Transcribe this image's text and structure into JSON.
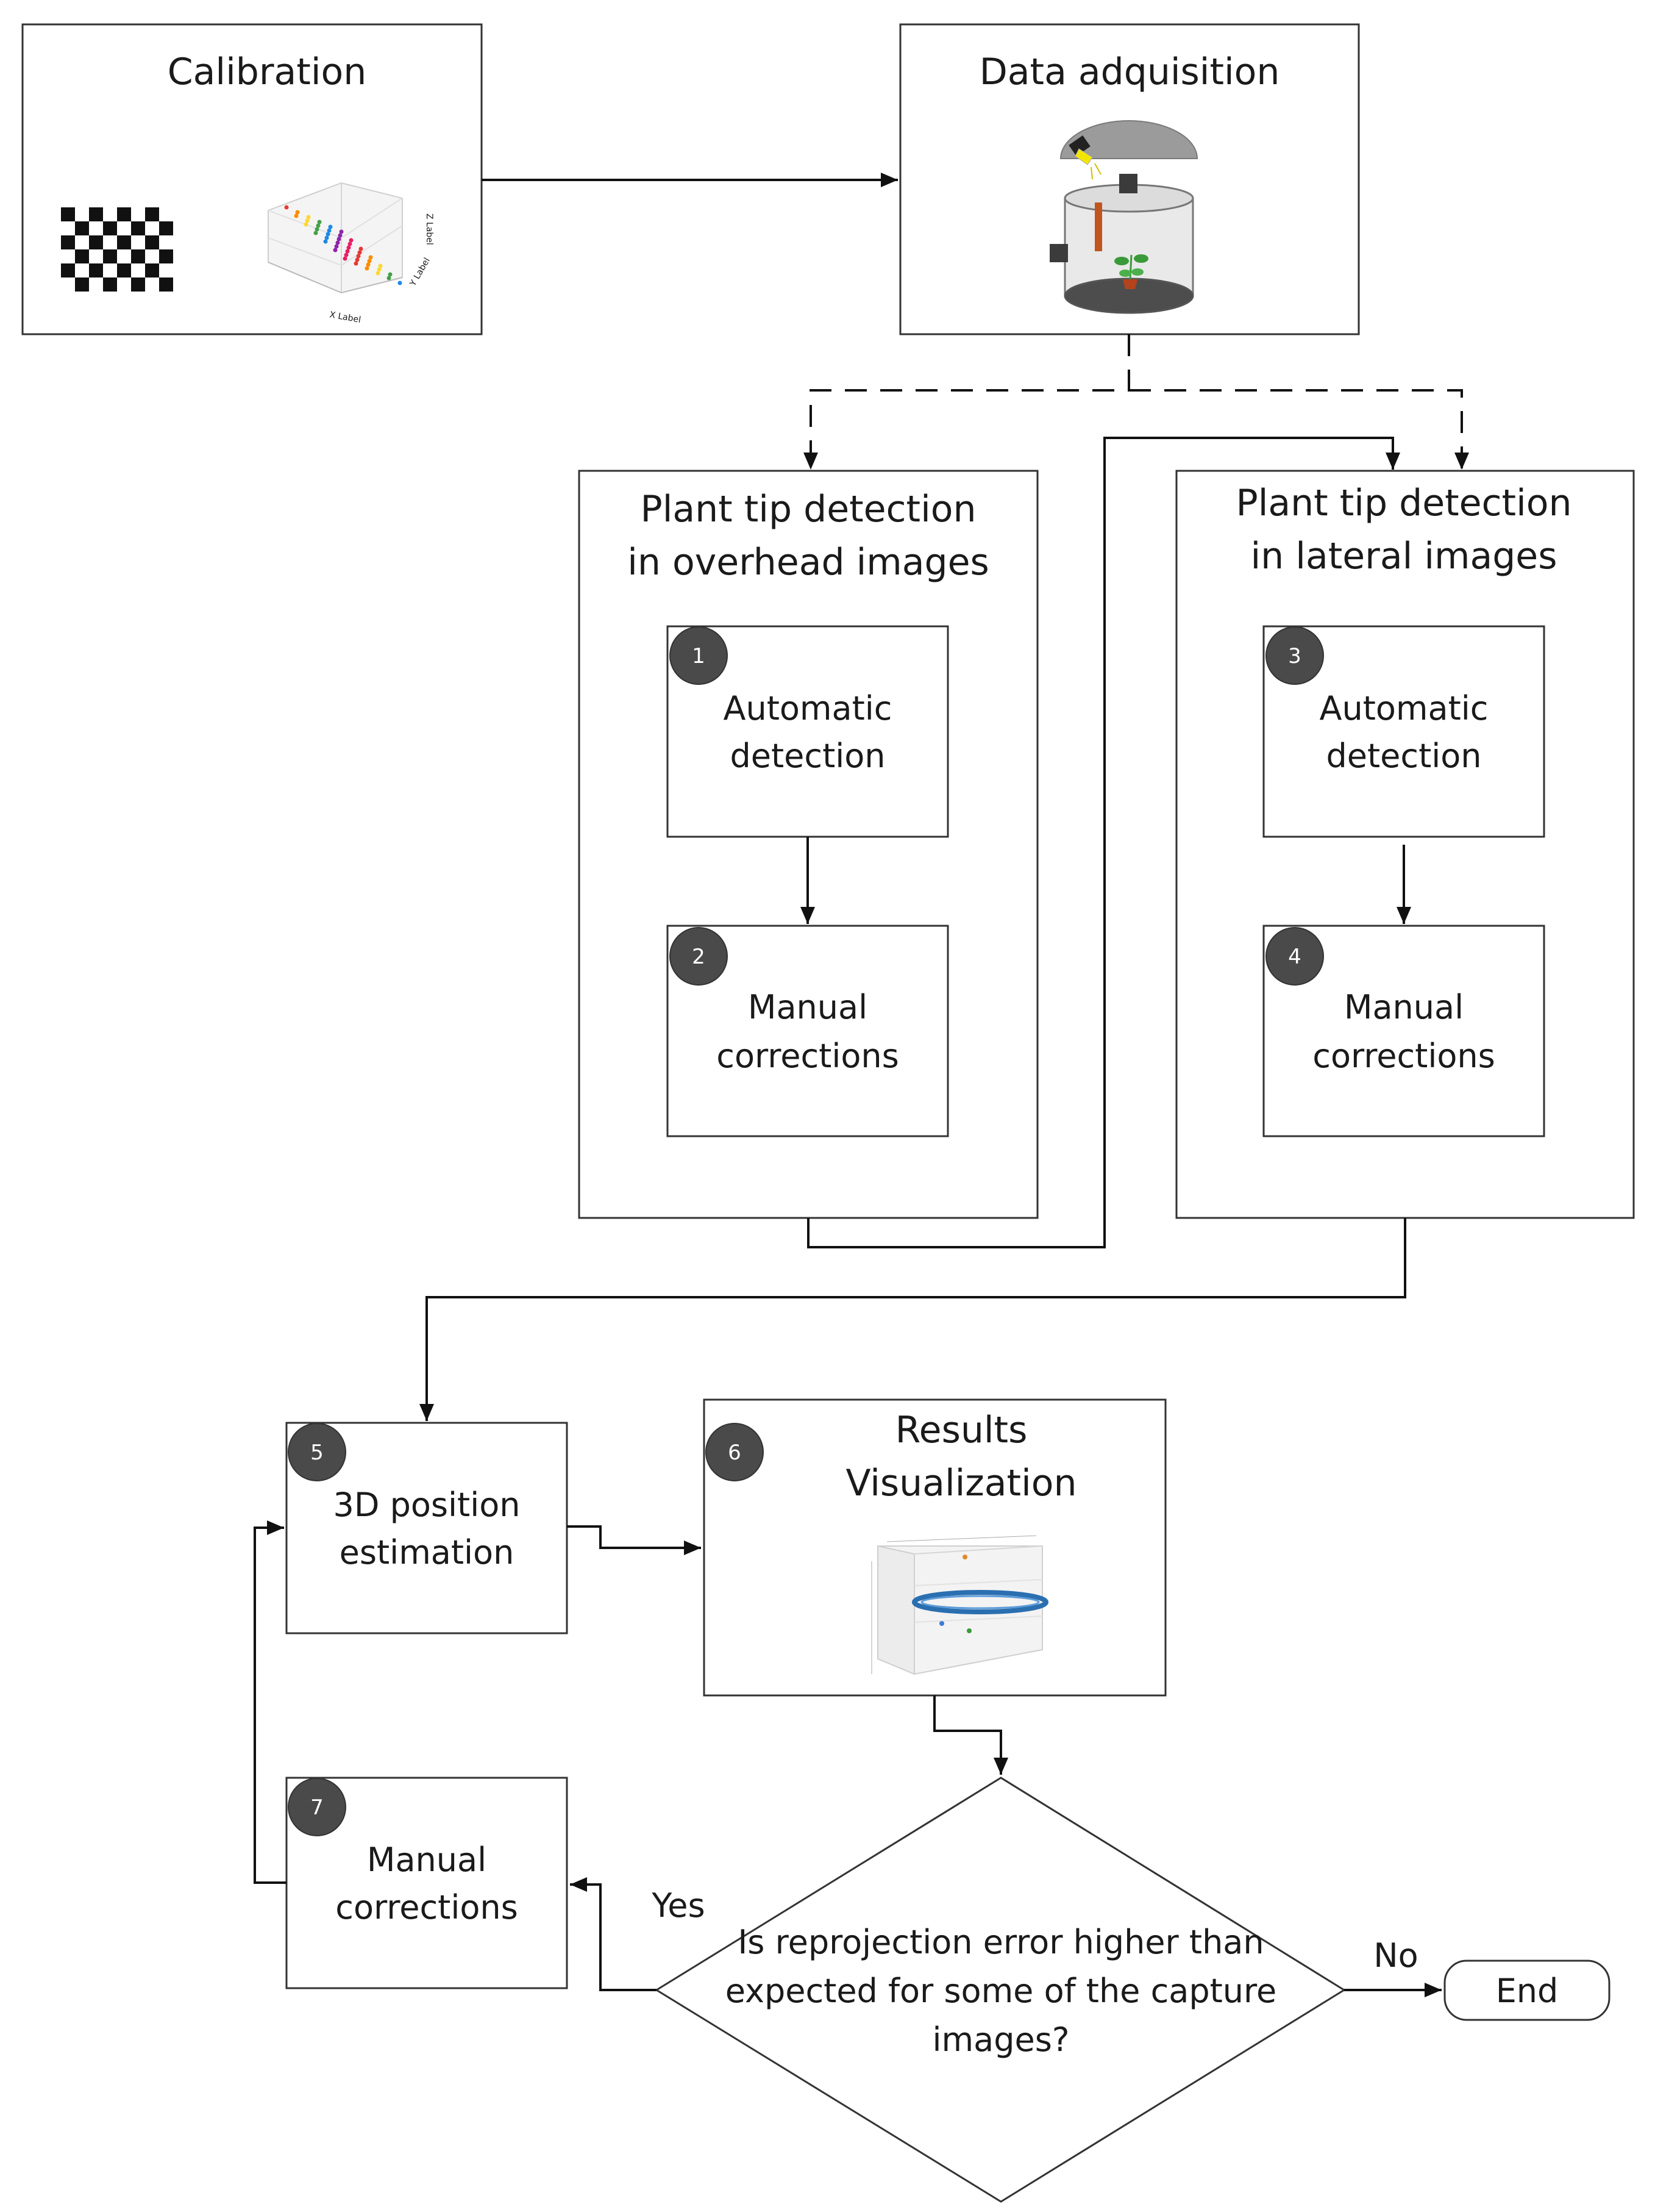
{
  "diagram": {
    "calibration": {
      "title": "Calibration"
    },
    "acquisition": {
      "title": "Data adquisition"
    },
    "overhead": {
      "title_line1": "Plant tip detection",
      "title_line2": "in overhead images",
      "auto": {
        "number": "1",
        "line1": "Automatic",
        "line2": "detection"
      },
      "manual": {
        "number": "2",
        "line1": "Manual",
        "line2": "corrections"
      }
    },
    "lateral": {
      "title_line1": "Plant tip detection",
      "title_line2": "in lateral images",
      "auto": {
        "number": "3",
        "line1": "Automatic",
        "line2": "detection"
      },
      "manual": {
        "number": "4",
        "line1": "Manual",
        "line2": "corrections"
      }
    },
    "estimation": {
      "number": "5",
      "line1": "3D position",
      "line2": "estimation"
    },
    "results": {
      "number": "6",
      "line1": "Results",
      "line2": "Visualization"
    },
    "corrections": {
      "number": "7",
      "line1": "Manual",
      "line2": "corrections"
    },
    "decision": {
      "line1": "Is reprojection error higher than",
      "line2": "expected for some of the capture",
      "line3": "images?",
      "yes_label": "Yes",
      "no_label": "No"
    },
    "end": {
      "label": "End"
    }
  },
  "colors": {
    "stroke": "#111111",
    "badge": "#4a4a4a",
    "dot_palette": [
      "#e53935",
      "#fb8c00",
      "#fdd835",
      "#43a047",
      "#1e88e5",
      "#8e24aa",
      "#e91e63"
    ],
    "ring": "#2a6fb0",
    "lamp": "#f2e600",
    "stick": "#c0551e",
    "plant": "#3a9a3a"
  }
}
